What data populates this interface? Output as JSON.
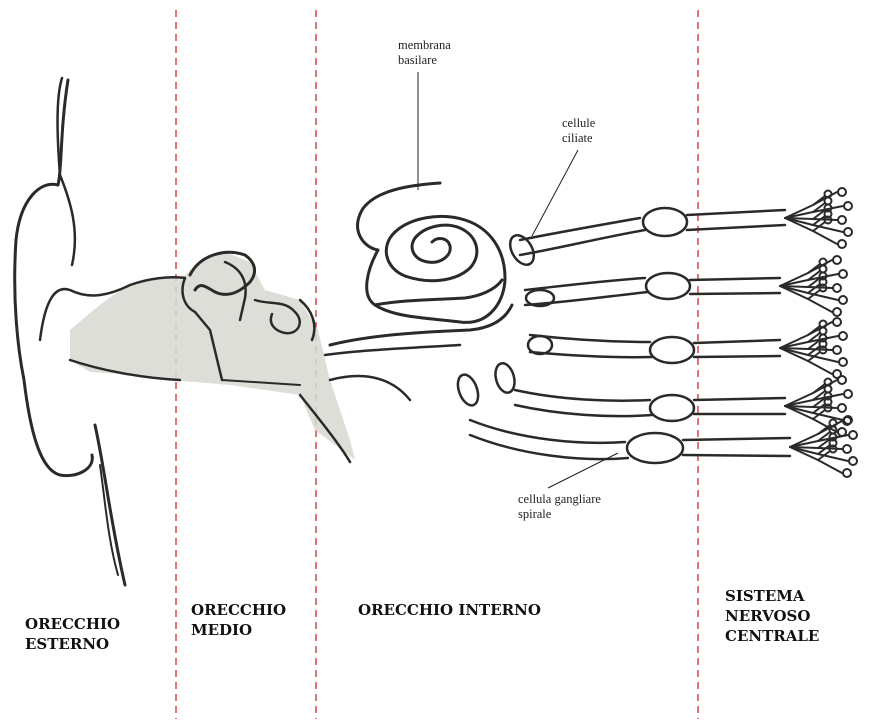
{
  "sections": {
    "outer_ear": "ORECCHIO\nESTERNO",
    "middle_ear": "ORECCHIO\nMEDIO",
    "inner_ear": "ORECCHIO INTERNO",
    "cns": "SISTEMA\nNERVOSO\nCENTRALE"
  },
  "annotations": {
    "basilar_membrane": "membrana\nbasilare",
    "hair_cells": "cellule\nciliate",
    "spiral_ganglion_cell": "cellula gangliare\nspirale"
  },
  "colors": {
    "divider": "#d42a2a",
    "ink": "#2a2a2a",
    "shading": "#d8d8d2"
  }
}
